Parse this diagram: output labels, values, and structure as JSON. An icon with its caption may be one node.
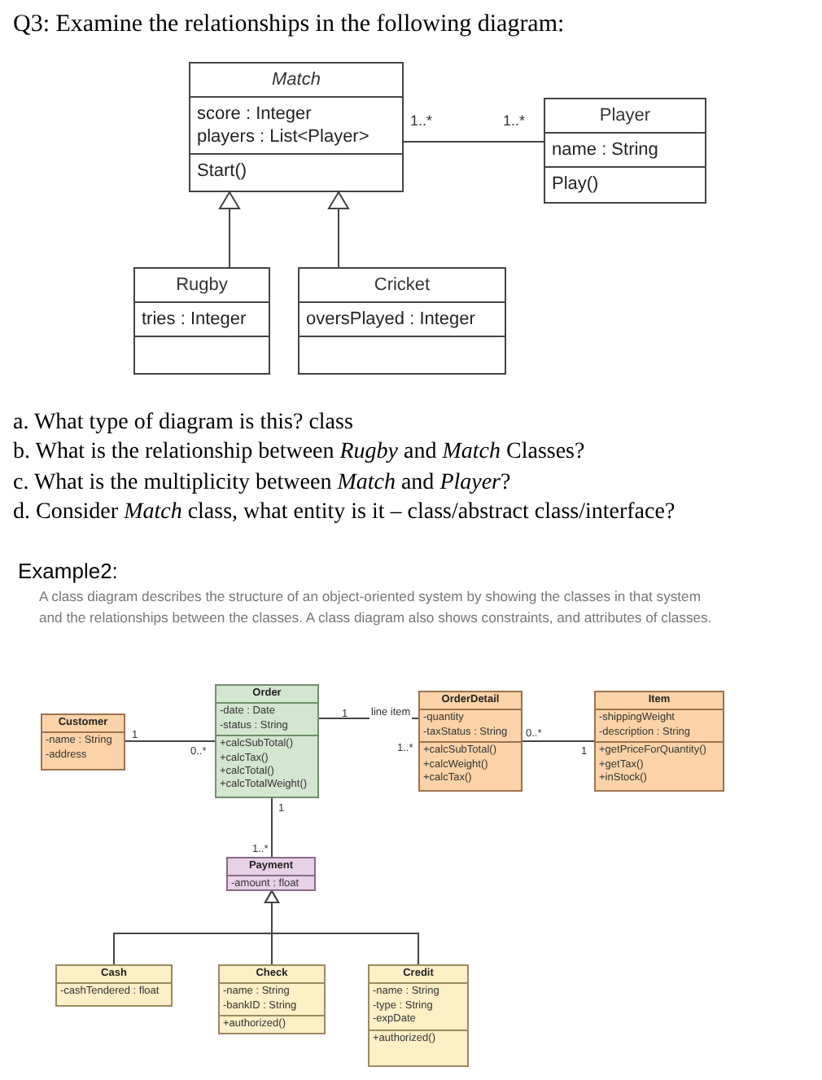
{
  "diagram": {
    "title": "Q3: Examine the relationships in the following diagram:",
    "nodes": [
      {
        "text": [
          "Match",
          "score : Integer",
          "players : List<Player>",
          "Start()"
        ]
      },
      {
        "text": [
          "Player",
          "name : String",
          "Play()"
        ]
      },
      {
        "text": [
          "Rugby",
          "tries : Integer"
        ]
      },
      {
        "text": [
          "Cricket",
          "oversPlayed : Integer"
        ]
      },
      {
        "text": [
          "Customer",
          "-name : String",
          "-address"
        ]
      },
      {
        "text": [
          "Order",
          "-date : Date",
          "-status : String",
          "+calcSubTotal()",
          "+calcTax()",
          "+calcTotal()",
          "+calcTotalWeight()"
        ]
      },
      {
        "text": [
          "OrderDetail",
          "-quantity",
          "-taxStatus : String",
          "+calcSubTotal()",
          "+calcWeight()",
          "+calcTax()"
        ]
      },
      {
        "text": [
          "Item",
          "-shippingWeight",
          "-description : String",
          "+getPriceForQuantity()",
          "+getTax()",
          "+inStock()"
        ]
      },
      {
        "text": [
          "Payment",
          "-amount : float"
        ]
      },
      {
        "text": [
          "Cash",
          "-cashTendered : float"
        ]
      },
      {
        "text": [
          "Check",
          "-name : String",
          "-bankID : String",
          "+authorized()"
        ]
      },
      {
        "text": [
          "Credit",
          "-name : String",
          "-type : String",
          "-expDate",
          "+authorized()"
        ]
      }
    ],
    "edges": [
      {
        "from": 0,
        "to": 1,
        "arrow": "none"
      },
      {
        "from": 2,
        "to": 0,
        "arrow": "to"
      },
      {
        "from": 3,
        "to": 0,
        "arrow": "to"
      },
      {
        "from": 4,
        "to": 5,
        "arrow": "none"
      },
      {
        "from": 5,
        "to": 6,
        "arrow": "other",
        "label": "line item"
      },
      {
        "from": 6,
        "to": 7,
        "arrow": "none"
      },
      {
        "from": 5,
        "to": 8,
        "arrow": "none"
      },
      {
        "from": 9,
        "to": 8,
        "arrow": "to"
      },
      {
        "from": 10,
        "to": 8,
        "arrow": "to"
      },
      {
        "from": 11,
        "to": 8,
        "arrow": "to"
      }
    ],
    "labels": [
      "a. What type of diagram is this?  class",
      "b. What is the relationship between *Rugby* and *Match* Classes?",
      "c. What is the multiplicity between *Match* and *Player*?",
      "d. Consider *Match* class, what entity is it – class/abstract class/interface?",
      "Example2:",
      "A class diagram describes the structure of an object-oriented system by showing the classes in that system and the relationships between the classes. A class diagram also shows constraints, and attributes of classes.",
      "1..*",
      "1..*",
      "1",
      "0..*",
      "1",
      "1..*",
      "0..*",
      "1",
      "1",
      "1..*"
    ]
  }
}
